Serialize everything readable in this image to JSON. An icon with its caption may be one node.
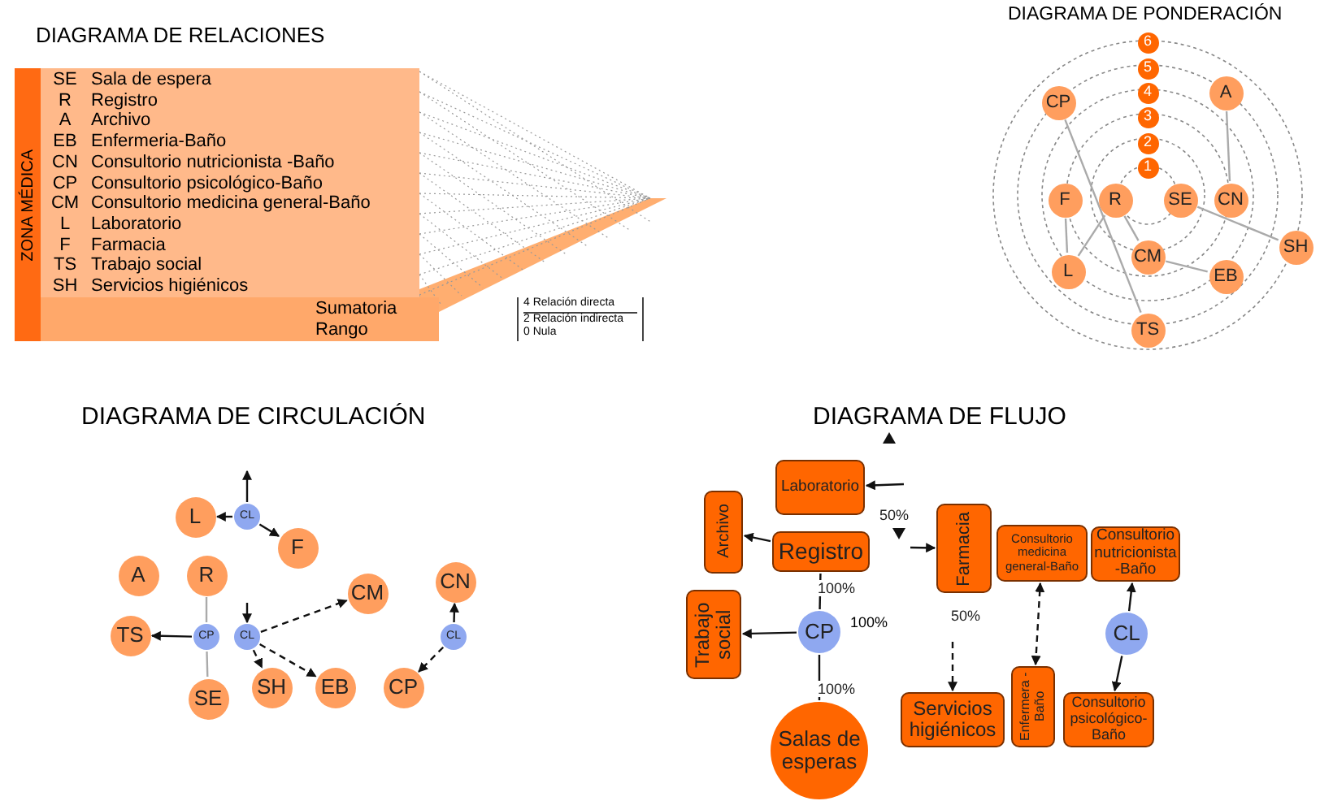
{
  "diagram": {
    "nodes": [
      {
        "text": [
          "6"
        ]
      },
      {
        "text": [
          "5"
        ]
      },
      {
        "text": [
          "4"
        ]
      },
      {
        "text": [
          "3"
        ]
      },
      {
        "text": [
          "2"
        ]
      },
      {
        "text": [
          "1"
        ]
      },
      {
        "text": [
          "CP"
        ]
      },
      {
        "text": [
          "A"
        ]
      },
      {
        "text": [
          "F"
        ]
      },
      {
        "text": [
          "R"
        ]
      },
      {
        "text": [
          "SE"
        ]
      },
      {
        "text": [
          "CN"
        ]
      },
      {
        "text": [
          "SH"
        ]
      },
      {
        "text": [
          "CM"
        ]
      },
      {
        "text": [
          "L"
        ]
      },
      {
        "text": [
          "EB"
        ]
      },
      {
        "text": [
          "TS"
        ]
      },
      {
        "text": [
          "L"
        ]
      },
      {
        "text": [
          "CL"
        ]
      },
      {
        "text": [
          "F"
        ]
      },
      {
        "text": [
          "A"
        ]
      },
      {
        "text": [
          "R"
        ]
      },
      {
        "text": [
          "CM"
        ]
      },
      {
        "text": [
          "CN"
        ]
      },
      {
        "text": [
          "TS"
        ]
      },
      {
        "text": [
          "CP"
        ]
      },
      {
        "text": [
          "CL"
        ]
      },
      {
        "text": [
          "CL"
        ]
      },
      {
        "text": [
          "SH"
        ]
      },
      {
        "text": [
          "EB"
        ]
      },
      {
        "text": [
          "CP"
        ]
      },
      {
        "text": [
          "SE"
        ]
      },
      {
        "text": [
          "Laboratorio"
        ]
      },
      {
        "text": [
          "Archivo"
        ]
      },
      {
        "text": [
          "Registro"
        ]
      },
      {
        "text": [
          "Farmacia"
        ]
      },
      {
        "text": [
          "Consultorio medicina general-Baño"
        ]
      },
      {
        "text": [
          "Consultorio nutricionista -Baño"
        ]
      },
      {
        "text": [
          "Trabajo social"
        ]
      },
      {
        "text": [
          "CP"
        ],
        "beside": [
          "100%"
        ]
      },
      {
        "text": [
          "CL"
        ]
      },
      {
        "text": [
          "Servicios higiénicos"
        ]
      },
      {
        "text": [
          "Enfermera -Baño"
        ]
      },
      {
        "text": [
          "Consultorio psicológico-Baño"
        ]
      },
      {
        "text": [
          "Salas de esperas"
        ]
      }
    ],
    "edges": [
      {
        "from": 6,
        "to": 16,
        "arrow": "none",
        "color": "#aaaaaa"
      },
      {
        "from": 7,
        "to": 11,
        "arrow": "none",
        "color": "#aaaaaa"
      },
      {
        "from": 8,
        "to": 14,
        "arrow": "none",
        "color": "#aaaaaa"
      },
      {
        "from": 14,
        "to": 9,
        "arrow": "none",
        "color": "#aaaaaa"
      },
      {
        "from": 9,
        "to": 13,
        "arrow": "none",
        "color": "#aaaaaa"
      },
      {
        "from": 10,
        "to": 12,
        "arrow": "none",
        "color": "#aaaaaa"
      },
      {
        "from": 13,
        "to": 15,
        "arrow": "none",
        "color": "#aaaaaa"
      },
      {
        "from": 18,
        "to": 17,
        "arrow": "to"
      },
      {
        "from": 18,
        "to": null,
        "arrow": "to"
      },
      {
        "from": 18,
        "to": 19,
        "arrow": "to"
      },
      {
        "from": 21,
        "to": 25,
        "arrow": "none",
        "color": "#aaaaaa"
      },
      {
        "from": 25,
        "to": 31,
        "arrow": "none",
        "color": "#aaaaaa"
      },
      {
        "from": 25,
        "to": 24,
        "arrow": "to"
      },
      {
        "from": null,
        "to": 26,
        "arrow": "to"
      },
      {
        "from": 26,
        "to": 28,
        "arrow": "to",
        "style": "dashed"
      },
      {
        "from": 26,
        "to": 29,
        "arrow": "to",
        "style": "dashed"
      },
      {
        "from": 26,
        "to": 22,
        "arrow": "to",
        "style": "dashed"
      },
      {
        "from": 27,
        "to": 30,
        "arrow": "to",
        "style": "dashed"
      },
      {
        "from": 27,
        "to": 23,
        "arrow": "to"
      },
      {
        "from": null,
        "to": 32,
        "arrow": "to"
      },
      {
        "from": 34,
        "to": 33,
        "arrow": "to"
      },
      {
        "from": null,
        "to": 35,
        "arrow": "to",
        "label": "50%"
      },
      {
        "from": 39,
        "to": 38,
        "arrow": "to"
      },
      {
        "from": 39,
        "to": 34,
        "arrow": "none",
        "label": "100%"
      },
      {
        "from": 39,
        "to": 44,
        "arrow": "none",
        "label": "100%"
      },
      {
        "from": null,
        "to": 41,
        "arrow": "to",
        "style": "dashed",
        "label": "50%"
      },
      {
        "from": 42,
        "to": 36,
        "arrow": "both",
        "style": "dashed"
      },
      {
        "from": 40,
        "to": 37,
        "arrow": "to"
      },
      {
        "from": 40,
        "to": 43,
        "arrow": "to"
      }
    ],
    "labels": [
      "DIAGRAMA DE RELACIONES",
      "DIAGRAMA DE PONDERACIÓN",
      "DIAGRAMA DE CIRCULACIÓN",
      "DIAGRAMA DE FLUJO",
      "ZONA MÉDICA",
      "SE",
      "Sala de espera",
      "R",
      "Registro",
      "A",
      "Archivo",
      "EB",
      "Enfermeria-Baño",
      "CN",
      "Consultorio nutricionista -Baño",
      "CP",
      "Consultorio psicológico-Baño",
      "CM",
      "Consultorio medicina general-Baño",
      "L",
      "Laboratorio",
      "F",
      "Farmacia",
      "TS",
      "Trabajo social",
      "SH",
      "Servicios higiénicos",
      "Sumatoria",
      "Rango",
      "4 Relación directa",
      "2 Relación indirecta",
      "0 Nula"
    ]
  }
}
